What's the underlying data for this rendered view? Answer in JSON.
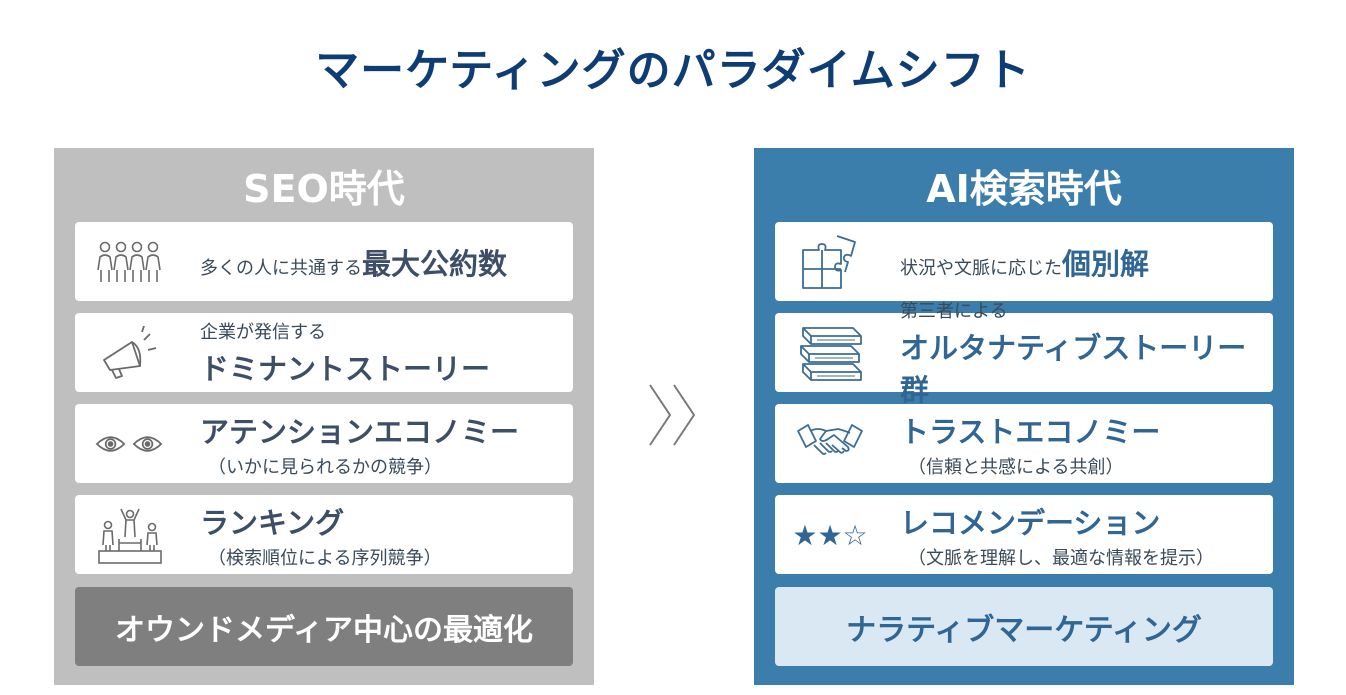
{
  "title": "マーケティングのパラダイムシフト",
  "left": {
    "heading": "SEO時代",
    "cards": [
      {
        "icon": "people-icon",
        "small": "多くの人に共通する",
        "big": "最大公約数"
      },
      {
        "icon": "megaphone-icon",
        "small": "企業が発信する",
        "big": "ドミナントストーリー"
      },
      {
        "icon": "eyes-icon",
        "big": "アテンションエコノミー",
        "sub": "（いかに見られるかの競争）"
      },
      {
        "icon": "podium-icon",
        "big": "ランキング",
        "sub": "（検索順位による序列競争）"
      }
    ],
    "bottom": "オウンドメディア中心の最適化"
  },
  "right": {
    "heading": "AI検索時代",
    "cards": [
      {
        "icon": "puzzle-icon",
        "small": "状況や文脈に応じた",
        "big": "個別解"
      },
      {
        "icon": "books-icon",
        "small": "第三者による",
        "big": "オルタナティブストーリー群"
      },
      {
        "icon": "handshake-icon",
        "big": "トラストエコノミー",
        "sub": "（信頼と共感による共創）"
      },
      {
        "icon": "stars-icon",
        "stars": "★★☆",
        "big": "レコメンデーション",
        "sub": "（文脈を理解し、最適な情報を提示）"
      }
    ],
    "bottom": "ナラティブマーケティング"
  },
  "colors": {
    "title": "#0e3c74",
    "left_panel": "#bfbfbf",
    "left_bottom": "#7f7f7f",
    "right_panel": "#3b7eab",
    "right_bottom": "#d9e8f3",
    "right_accent": "#2f6694"
  }
}
